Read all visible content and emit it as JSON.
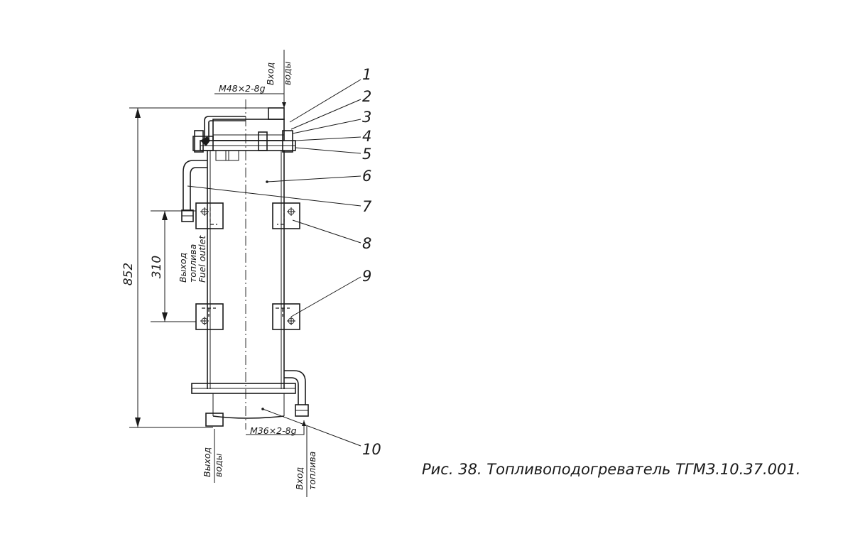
{
  "callouts": [
    "1",
    "2",
    "3",
    "4",
    "5",
    "6",
    "7",
    "8",
    "9",
    "10"
  ],
  "dimensions": {
    "overall_height": "852",
    "outlet_spacing": "310",
    "top_thread": "M48×2-8g",
    "bottom_thread": "M36×2-8g"
  },
  "ports": {
    "water_inlet": {
      "line1": "Вход",
      "line2": "воды"
    },
    "water_outlet": {
      "line1": "Выход",
      "line2": "воды"
    },
    "fuel_outlet": {
      "line1": "Выход",
      "line2": "топлива",
      "line3": "Fuel outlet"
    },
    "fuel_inlet": {
      "line1": "Вход",
      "line2": "топлива"
    }
  },
  "caption": "Рис. 38. Топливоподогреватель ТГМЗ.10.37.001."
}
